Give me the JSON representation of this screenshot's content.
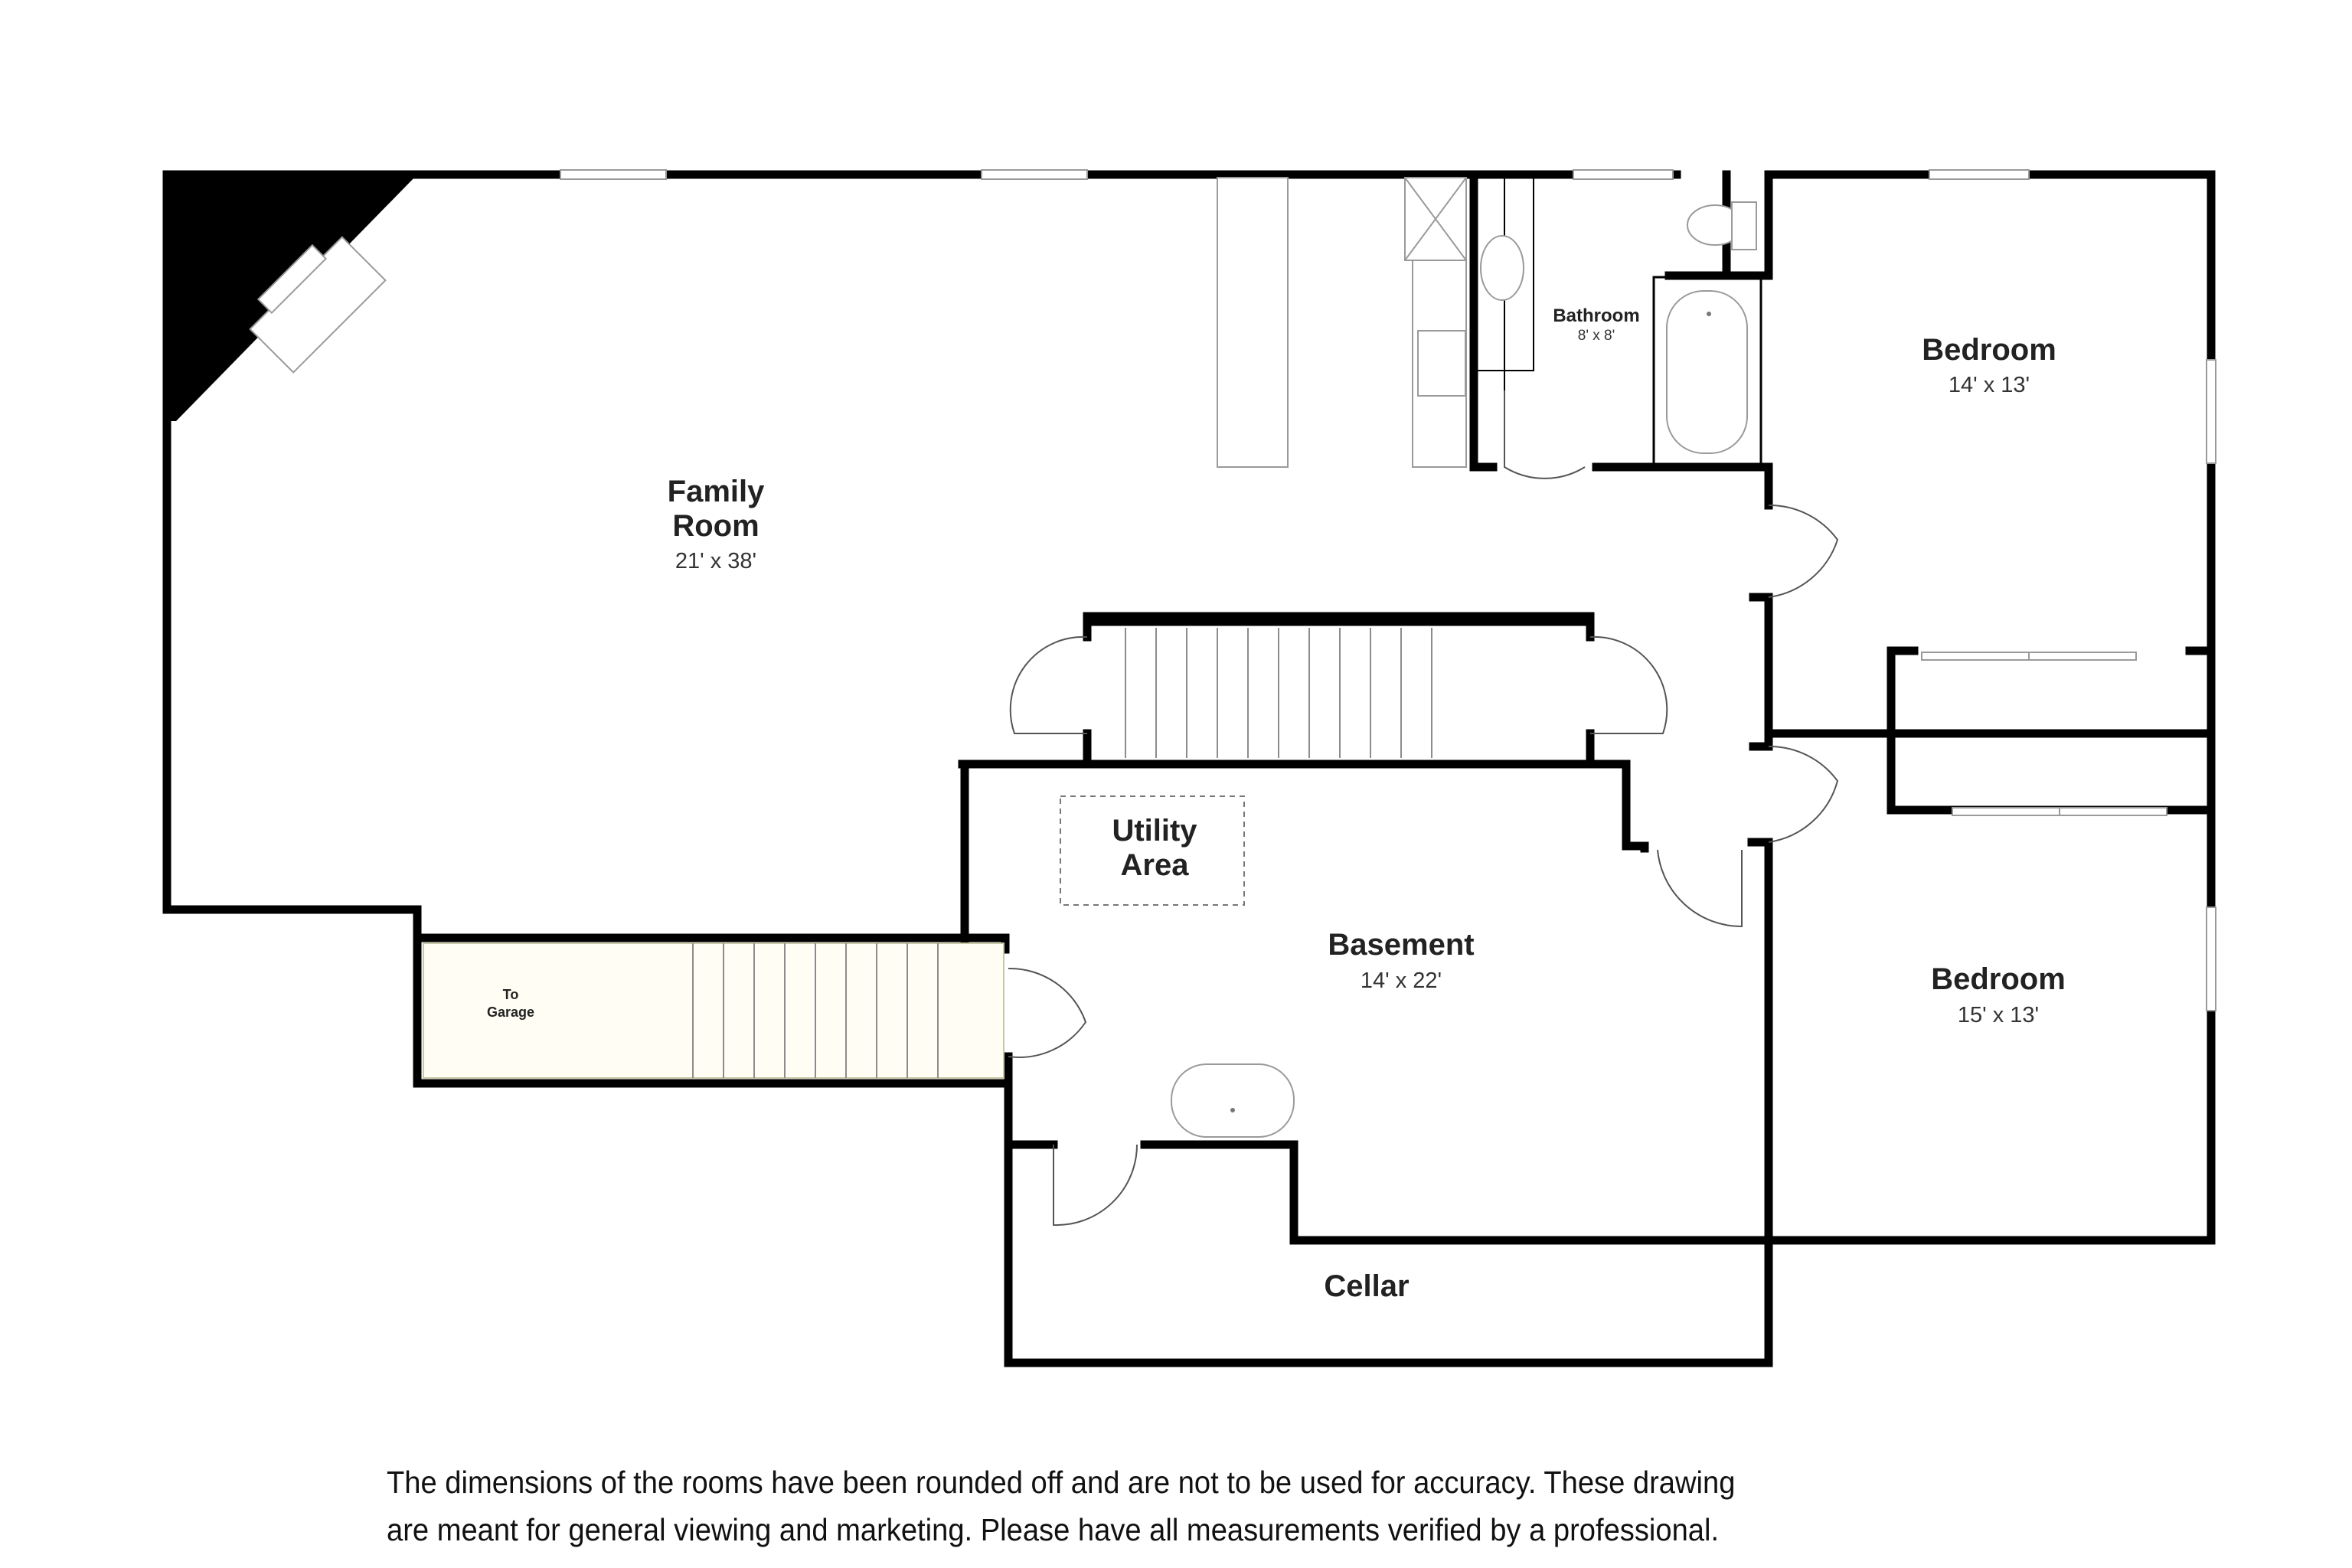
{
  "rooms": {
    "family_room": {
      "name_line1": "Family",
      "name_line2": "Room",
      "dims": "21' x 38'"
    },
    "bathroom": {
      "name": "Bathroom",
      "dims": "8' x 8'"
    },
    "bedroom_upper": {
      "name": "Bedroom",
      "dims": "14' x 13'"
    },
    "bedroom_lower": {
      "name": "Bedroom",
      "dims": "15' x 13'"
    },
    "utility": {
      "name_line1": "Utility",
      "name_line2": "Area"
    },
    "basement": {
      "name": "Basement",
      "dims": "14' x 22'"
    },
    "cellar": {
      "name": "Cellar"
    },
    "garage_stairs": {
      "line1": "To",
      "line2": "Garage"
    }
  },
  "disclaimer": {
    "line1": "The dimensions of the rooms have been rounded off and are not to be used for accuracy. These drawing",
    "line2": "are meant for general viewing and marketing. Please have all measurements verified by a professional."
  }
}
